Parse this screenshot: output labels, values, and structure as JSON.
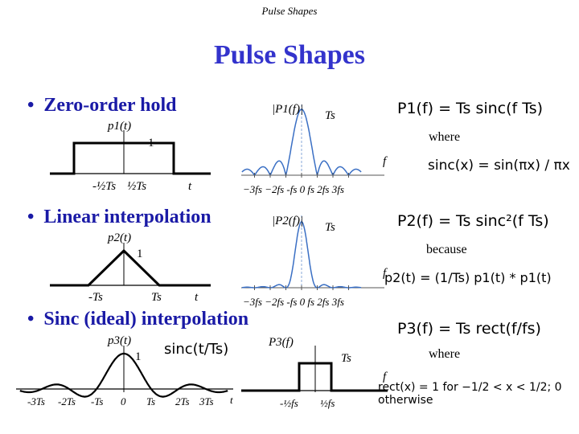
{
  "header": "Pulse Shapes",
  "title": "Pulse Shapes",
  "sections": {
    "zoh": {
      "bullet": "Zero-order hold",
      "time_label": "p1(t)",
      "one": "1",
      "neg_half": "-½Ts",
      "pos_half": "½Ts",
      "t_axis": "t",
      "freq_label": "|P1(f)|",
      "ts_label": "Ts",
      "f_axis": "f",
      "freq_ticks": "−3fs −2fs -fs  0  fs  2fs 3fs",
      "formula_lhs": "P1(f) = Ts sinc(f Ts)",
      "word": "where",
      "sinc_def": "sinc(x) = sin(πx) / πx"
    },
    "linear": {
      "bullet": "Linear interpolation",
      "time_label": "p2(t)",
      "one": "1",
      "neg_ts": "-Ts",
      "pos_ts": "Ts",
      "t_axis": "t",
      "freq_label": "|P2(f)|",
      "ts_label": "Ts",
      "f_axis": "f",
      "freq_ticks": "−3fs −2fs -fs  0  fs  2fs 3fs",
      "formula_lhs": "P2(f) = Ts sinc²(f Ts)",
      "word": "because",
      "conv_def": "p2(t) = (1/Ts) p1(t) * p1(t)"
    },
    "sinc": {
      "bullet": "Sinc (ideal) interpolation",
      "time_label": "p3(t)",
      "one": "1",
      "sinc_time": "sinc(t/Ts)",
      "ticks": [
        "-3Ts",
        "-2Ts",
        "-Ts",
        "0",
        "Ts",
        "2Ts",
        "3Ts"
      ],
      "t_axis": "t",
      "freq_label": "P3(f)",
      "ts_label": "Ts",
      "f_axis": "f",
      "neg_half": "-½fs",
      "pos_half": "½fs",
      "formula_lhs": "P3(f) = Ts rect(f/fs)",
      "word": "where",
      "rect_def": "rect(x) = 1 for −1/2 < x < 1/2; 0 otherwise"
    }
  }
}
